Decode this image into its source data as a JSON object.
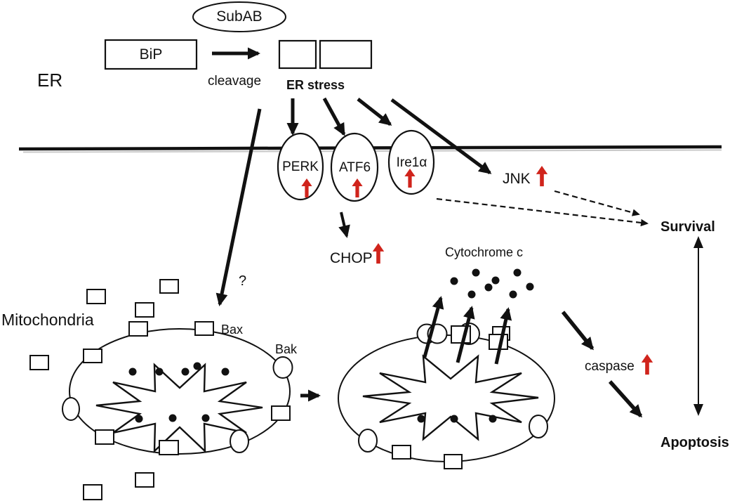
{
  "labels": {
    "er": "ER",
    "bip": "BiP",
    "subab": "SubAB",
    "cleavage": "cleavage",
    "er_stress": "ER stress",
    "perk": "PERK",
    "atf6": "ATF6",
    "ire1a": "Ire1α",
    "jnk": "JNK",
    "chop": "CHOP",
    "survival": "Survival",
    "apoptosis": "Apoptosis",
    "caspase": "caspase",
    "cytochrome_c": "Cytochrome c",
    "mitochondria": "Mitochondria",
    "bax": "Bax",
    "bak": "Bak",
    "question": "?"
  },
  "symbols": {
    "upregulation_arrow": "↑"
  },
  "colors": {
    "ink": "#111111",
    "upregulation_red": "#d0241c",
    "membrane_shadow": "#c8c8c8",
    "background": "#ffffff"
  }
}
